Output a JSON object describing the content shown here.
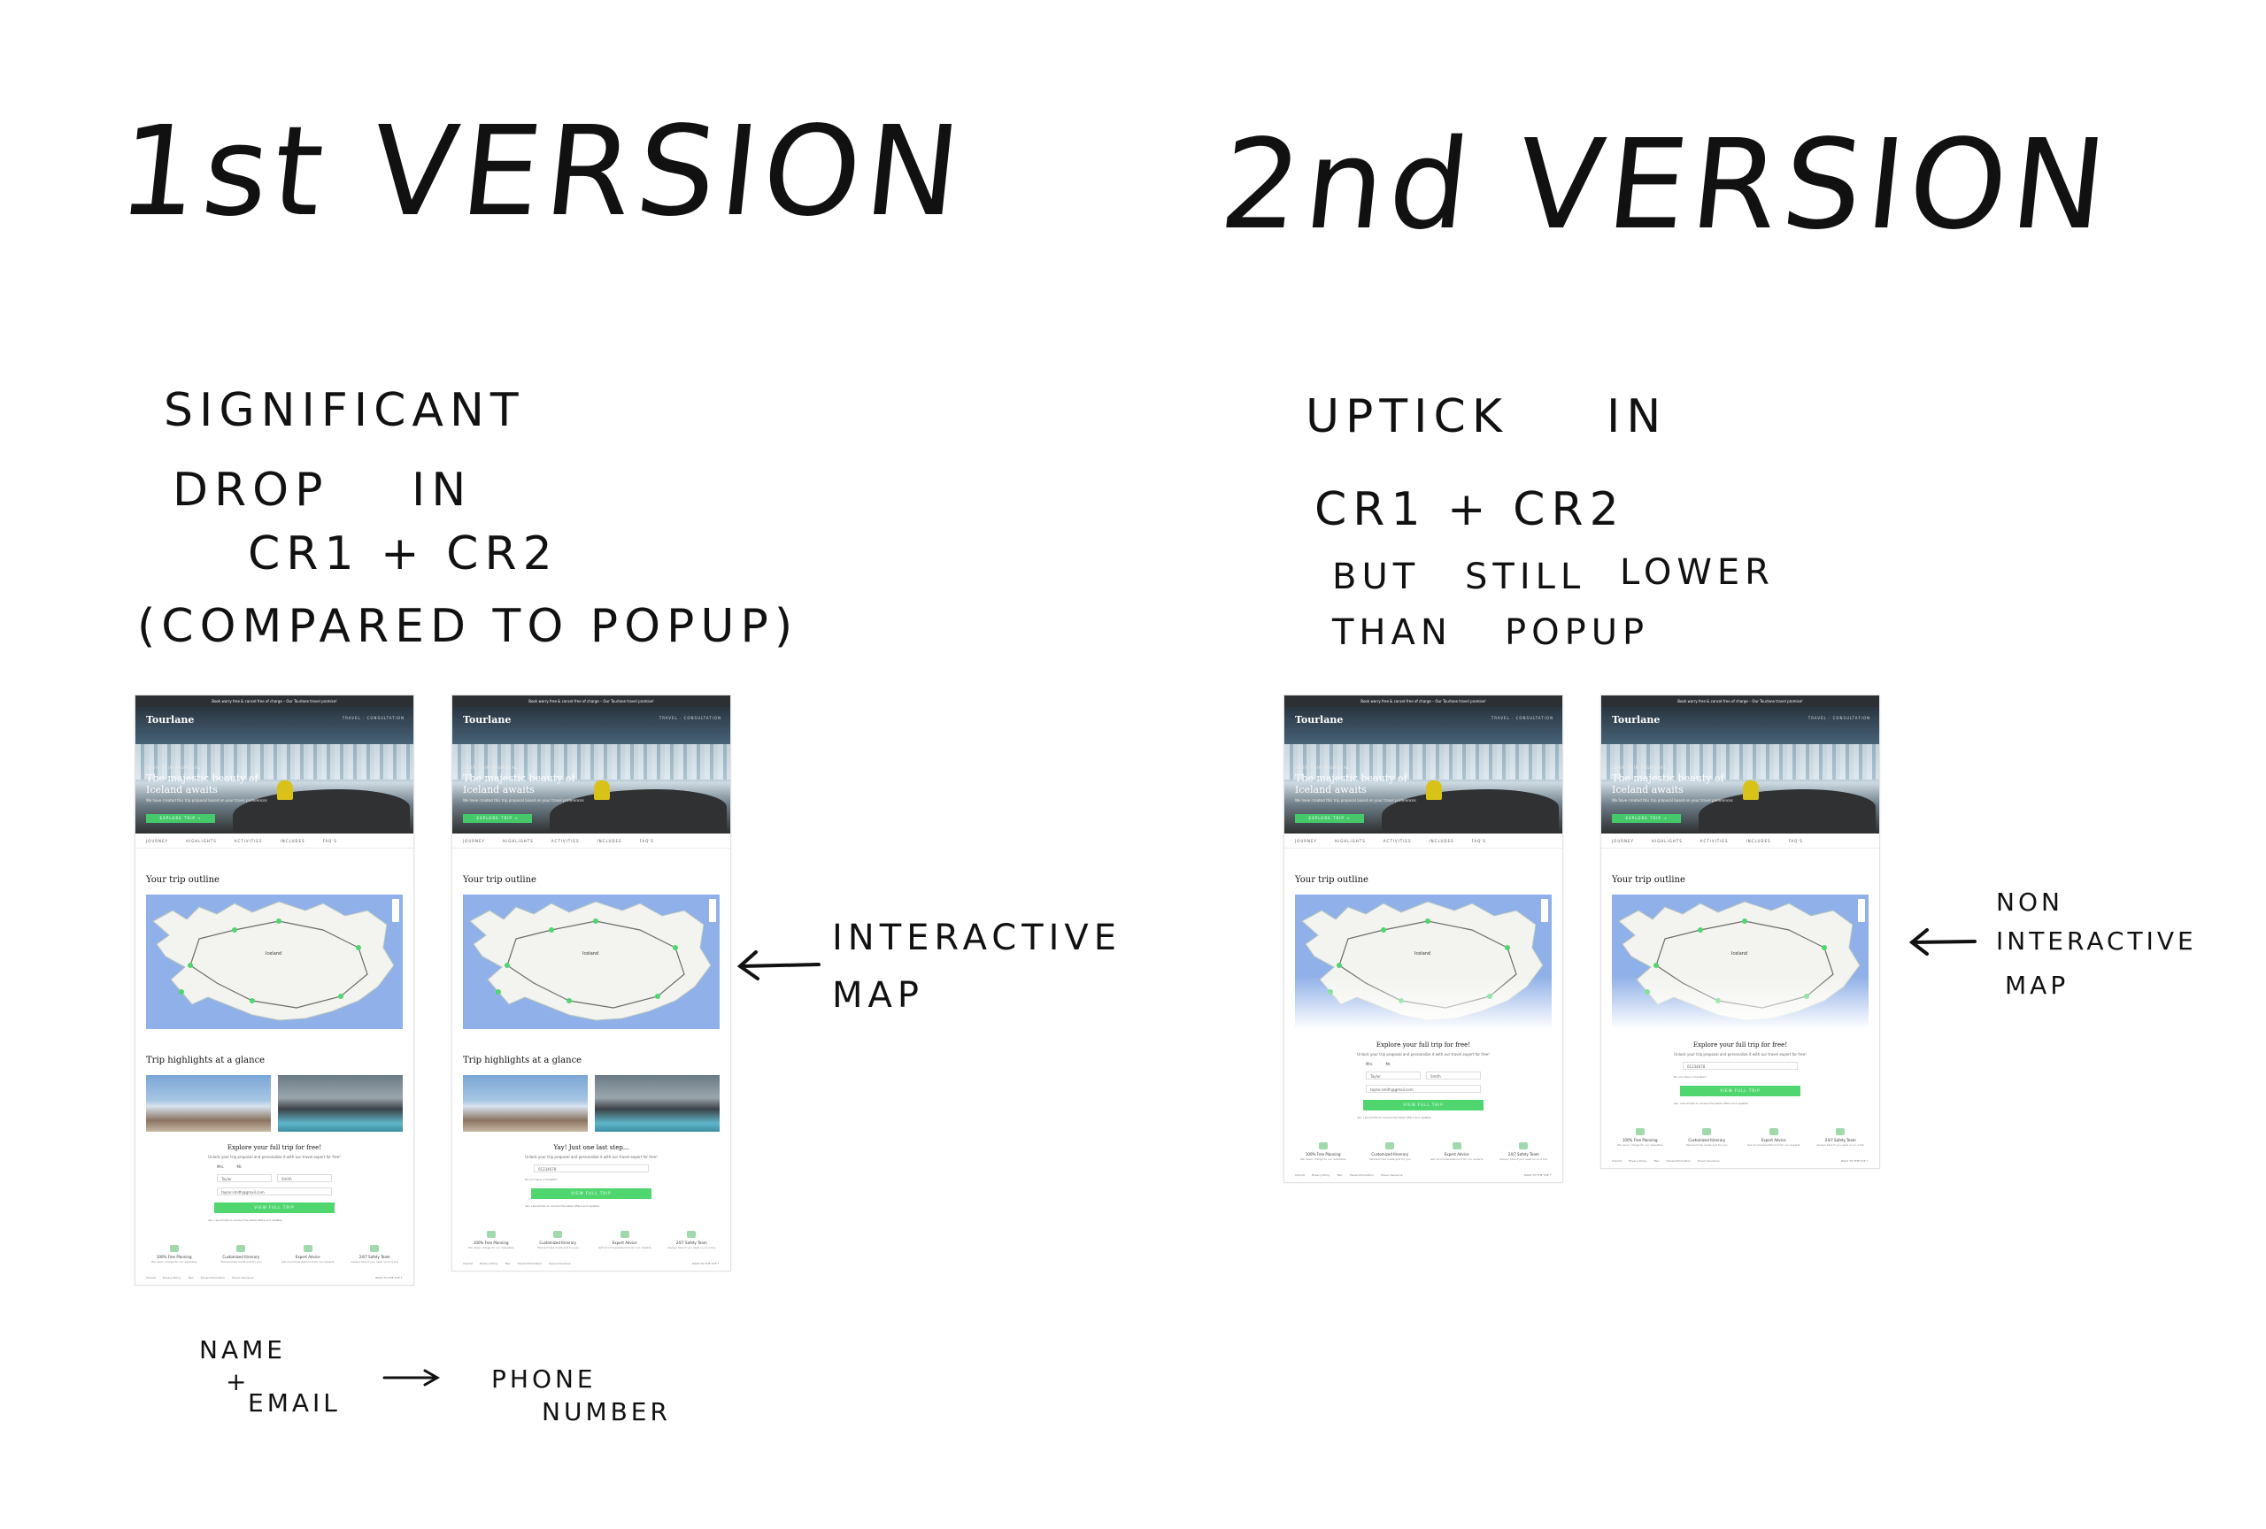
{
  "notes": {
    "v1_title": "1st VERSION",
    "v2_title": "2nd VERSION",
    "v1_comment": [
      "SIGNIFICANT",
      "DROP",
      "IN",
      "CR1 + CR2",
      "(COMPARED  TO  POPUP)"
    ],
    "v2_comment": [
      "UPTICK",
      "IN",
      "CR1  + CR2",
      "BUT",
      "STILL",
      "LOWER",
      "THAN",
      "POPUP"
    ],
    "interactive_map": [
      "INTERACTIVE",
      "MAP"
    ],
    "non_interactive_map": [
      "NON",
      "INTERACTIVE",
      "MAP"
    ],
    "name_email": [
      "NAME",
      "+",
      "EMAIL"
    ],
    "phone_number": [
      "PHONE",
      "NUMBER"
    ]
  },
  "mockup": {
    "topbar": "Book worry free & cancel free of charge – Our Tourlane travel promise!",
    "brand": "Tourlane",
    "nav": "TRAVEL · CONSULTATION",
    "eyebrow": "YOUR TRIP PROPOSAL",
    "hero_title": "The majestic beauty of Iceland awaits",
    "hero_sub": "We have created this trip proposal based on your travel preferences",
    "hero_cta": "EXPLORE TRIP →",
    "tabs": [
      "JOURNEY",
      "HIGHLIGHTS",
      "ACTIVITIES",
      "INCLUDES",
      "FAQ'S"
    ],
    "outline_title": "Your trip outline",
    "map_label": "Iceland",
    "highlights_title": "Trip highlights at a glance",
    "form_title_free": "Explore your full trip for free!",
    "form_title_step": "Yay! Just one last step...",
    "form_sub": "Unlock your trip proposal and personalize it with our travel expert for free!",
    "radio_mrs": "Mrs.",
    "radio_mr": "Mr.",
    "first_name": "Taylor",
    "last_name": "Smith",
    "email": "taylor.smith@gmail.com",
    "phone": "01234678",
    "traveller": "Do you have a traveller?",
    "cta": "VIEW FULL TRIP",
    "consent": "Yes, I would like to receive the latest offers and updates",
    "features": [
      {
        "title": "100% Free Planning",
        "desc": "We never charge for our expertise"
      },
      {
        "title": "Customized Itinerary",
        "desc": "Tailored trips made just for you"
      },
      {
        "title": "Expert Advice",
        "desc": "Get recommendations from our experts"
      },
      {
        "title": "24/7 Safety Team",
        "desc": "Always here if you need us on a trip"
      }
    ],
    "footer_links": [
      "Imprint",
      "Privacy Policy",
      "T&C",
      "Travel Information",
      "Travel Insurance"
    ],
    "back_to_top": "BACK TO THE TOP ↑"
  },
  "colors": {
    "ink": "#111111",
    "cta_green": "#4fd66e",
    "map_sea": "#8fb0e8"
  }
}
